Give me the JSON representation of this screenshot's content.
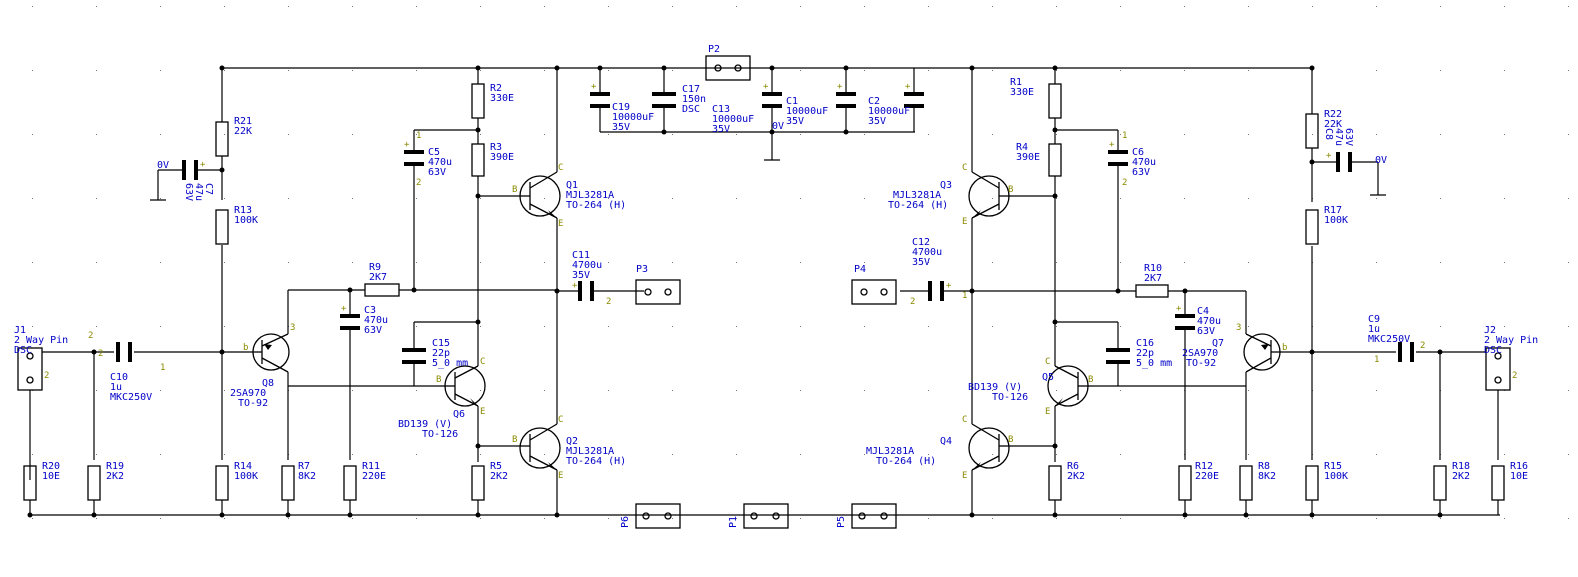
{
  "background": "#ffffff",
  "colors": {
    "label": "#0000c8",
    "pin": "#8a8a00",
    "wire": "#000000"
  },
  "resistors": [
    {
      "id": "R21",
      "ref": "R21",
      "val": "22K"
    },
    {
      "id": "R13",
      "ref": "R13",
      "val": "100K"
    },
    {
      "id": "R14",
      "ref": "R14",
      "val": "100K"
    },
    {
      "id": "R20",
      "ref": "R20",
      "val": "10E"
    },
    {
      "id": "R19",
      "ref": "R19",
      "val": "2K2"
    },
    {
      "id": "R7",
      "ref": "R7",
      "val": "8K2"
    },
    {
      "id": "R11",
      "ref": "R11",
      "val": "220E"
    },
    {
      "id": "R9",
      "ref": "R9",
      "val": "2K7"
    },
    {
      "id": "R2",
      "ref": "R2",
      "val": "330E"
    },
    {
      "id": "R3",
      "ref": "R3",
      "val": "390E"
    },
    {
      "id": "R5",
      "ref": "R5",
      "val": "2K2"
    },
    {
      "id": "R1",
      "ref": "R1",
      "val": "330E"
    },
    {
      "id": "R4",
      "ref": "R4",
      "val": "390E"
    },
    {
      "id": "R6",
      "ref": "R6",
      "val": "2K2"
    },
    {
      "id": "R10",
      "ref": "R10",
      "val": "2K7"
    },
    {
      "id": "R12",
      "ref": "R12",
      "val": "220E"
    },
    {
      "id": "R8",
      "ref": "R8",
      "val": "8K2"
    },
    {
      "id": "R22",
      "ref": "R22",
      "val": "22K"
    },
    {
      "id": "R17",
      "ref": "R17",
      "val": "100K"
    },
    {
      "id": "R15",
      "ref": "R15",
      "val": "100K"
    },
    {
      "id": "R18",
      "ref": "R18",
      "val": "2K2"
    },
    {
      "id": "R16",
      "ref": "R16",
      "val": "10E"
    }
  ],
  "capacitors": [
    {
      "id": "C7",
      "lines": [
        "C7",
        "47u",
        "63V"
      ]
    },
    {
      "id": "C10",
      "lines": [
        "C10",
        "1u",
        "MKC250V"
      ]
    },
    {
      "id": "C5",
      "lines": [
        "C5",
        "470u",
        "63V"
      ]
    },
    {
      "id": "C3",
      "lines": [
        "C3",
        "470u",
        "63V"
      ]
    },
    {
      "id": "C15",
      "lines": [
        "C15",
        "22p",
        "5_0 mm"
      ]
    },
    {
      "id": "C11",
      "lines": [
        "C11",
        "4700u",
        "35V"
      ]
    },
    {
      "id": "C19",
      "lines": [
        "C19",
        "10000uF",
        "35V"
      ]
    },
    {
      "id": "C17",
      "lines": [
        "C17",
        "150n",
        "DSC"
      ]
    },
    {
      "id": "C13",
      "lines": [
        "C13",
        "10000uF",
        "35V"
      ]
    },
    {
      "id": "C1",
      "lines": [
        "C1",
        "10000uF",
        "35V"
      ]
    },
    {
      "id": "C2",
      "lines": [
        "C2",
        "10000uF",
        "35V"
      ]
    },
    {
      "id": "C6",
      "lines": [
        "C6",
        "470u",
        "63V"
      ]
    },
    {
      "id": "C12",
      "lines": [
        "C12",
        "4700u",
        "35V"
      ]
    },
    {
      "id": "C4",
      "lines": [
        "C4",
        "470u",
        "63V"
      ]
    },
    {
      "id": "C16",
      "lines": [
        "C16",
        "22p",
        "5_0 mm"
      ]
    },
    {
      "id": "C9",
      "lines": [
        "C9",
        "1u",
        "MKC250V"
      ]
    },
    {
      "id": "C8",
      "lines": [
        "C8",
        "47u",
        "63V"
      ]
    }
  ],
  "transistors": [
    {
      "id": "Q1",
      "lines": [
        "Q1",
        "MJL3281A",
        "TO-264 (H)"
      ]
    },
    {
      "id": "Q2",
      "lines": [
        "Q2",
        "MJL3281A",
        "TO-264 (H)"
      ]
    },
    {
      "id": "Q3",
      "lines": [
        "Q3",
        "MJL3281A",
        "TO-264 (H)"
      ]
    },
    {
      "id": "Q4",
      "lines": [
        "Q4",
        "MJL3281A",
        "TO-264 (H)"
      ]
    },
    {
      "id": "Q5",
      "lines": [
        "Q5",
        "BD139 (V)",
        "TO-126"
      ]
    },
    {
      "id": "Q6",
      "lines": [
        "Q6",
        "BD139 (V)",
        "TO-126"
      ]
    },
    {
      "id": "Q7",
      "lines": [
        "Q7",
        "2SA970",
        "TO-92"
      ]
    },
    {
      "id": "Q8",
      "lines": [
        "Q8",
        "2SA970",
        "TO-92"
      ]
    }
  ],
  "connectors": [
    {
      "id": "J1",
      "lines": [
        "J1",
        "2 Way Pin",
        "DSC"
      ]
    },
    {
      "id": "J2",
      "lines": [
        "J2",
        "2 Way Pin",
        "DSC"
      ]
    },
    {
      "id": "P1",
      "ref": "P1"
    },
    {
      "id": "P2",
      "ref": "P2"
    },
    {
      "id": "P3",
      "ref": "P3"
    },
    {
      "id": "P4",
      "ref": "P4"
    },
    {
      "id": "P5",
      "ref": "P5"
    },
    {
      "id": "P6",
      "ref": "P6"
    }
  ],
  "nets": {
    "zero_volt": "0V"
  },
  "pin_numbers": {
    "one": "1",
    "two": "2",
    "three": "3",
    "plus": "+"
  },
  "pin_letters": {
    "b": "b",
    "c": "c",
    "e": "e",
    "B": "B",
    "C": "C",
    "E": "E"
  }
}
